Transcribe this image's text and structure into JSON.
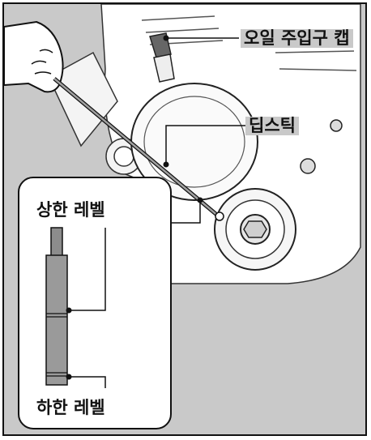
{
  "labels": {
    "oil_filler_cap": "오일 주입구 캡",
    "dipstick": "딥스틱",
    "upper_level": "상한 레벨",
    "lower_level": "하한 레벨"
  },
  "colors": {
    "background": "#c9c9c9",
    "engine_fill": "#ffffff",
    "stroke": "#111111",
    "dipstick_fill": "#9a9a9a"
  },
  "icons": [
    "hand-icon",
    "dipstick-icon",
    "engine-illustration"
  ]
}
